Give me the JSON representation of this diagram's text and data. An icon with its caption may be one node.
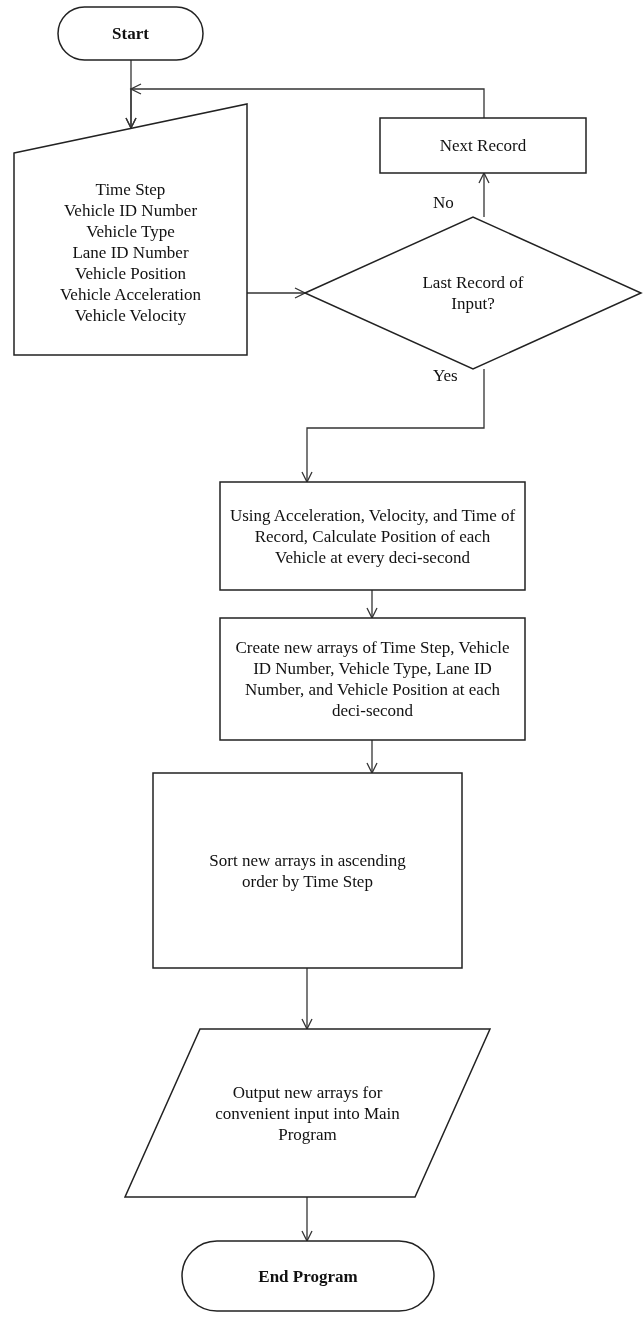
{
  "diagram": {
    "nodes": [
      {
        "text": [
          "Start"
        ]
      },
      {
        "text": [
          "Time Step",
          "Vehicle ID Number",
          "Vehicle Type",
          "Lane ID Number",
          "Vehicle Position",
          "Vehicle Acceleration",
          "Vehicle Velocity"
        ]
      },
      {
        "text": [
          "Next Record"
        ]
      },
      {
        "text": [
          "Last Record of Input?"
        ]
      },
      {
        "text": [
          "Using Acceleration, Velocity, and Time of Record, Calculate Position of each Vehicle at every deci-second"
        ]
      },
      {
        "text": [
          "Create new arrays of Time Step, Vehicle ID Number, Vehicle Type, Lane ID Number, and Vehicle Position at each deci-second"
        ]
      },
      {
        "text": [
          "Sort new arrays in ascending order by Time Step"
        ]
      },
      {
        "text": [
          "Output new arrays for convenient input into Main Program"
        ]
      },
      {
        "text": [
          "End Program"
        ]
      }
    ],
    "edges": [
      {
        "from": 0,
        "to": 1,
        "arrow": "to"
      },
      {
        "from": 1,
        "to": 3,
        "arrow": "to"
      },
      {
        "from": 3,
        "to": 2,
        "arrow": "to",
        "label": "No"
      },
      {
        "from": 2,
        "to": 1,
        "arrow": "to"
      },
      {
        "from": 3,
        "to": 4,
        "arrow": "to",
        "label": "Yes"
      },
      {
        "from": 4,
        "to": 5,
        "arrow": "to"
      },
      {
        "from": 5,
        "to": 6,
        "arrow": "to"
      },
      {
        "from": 6,
        "to": 7,
        "arrow": "to"
      },
      {
        "from": 7,
        "to": 8,
        "arrow": "to"
      }
    ]
  }
}
